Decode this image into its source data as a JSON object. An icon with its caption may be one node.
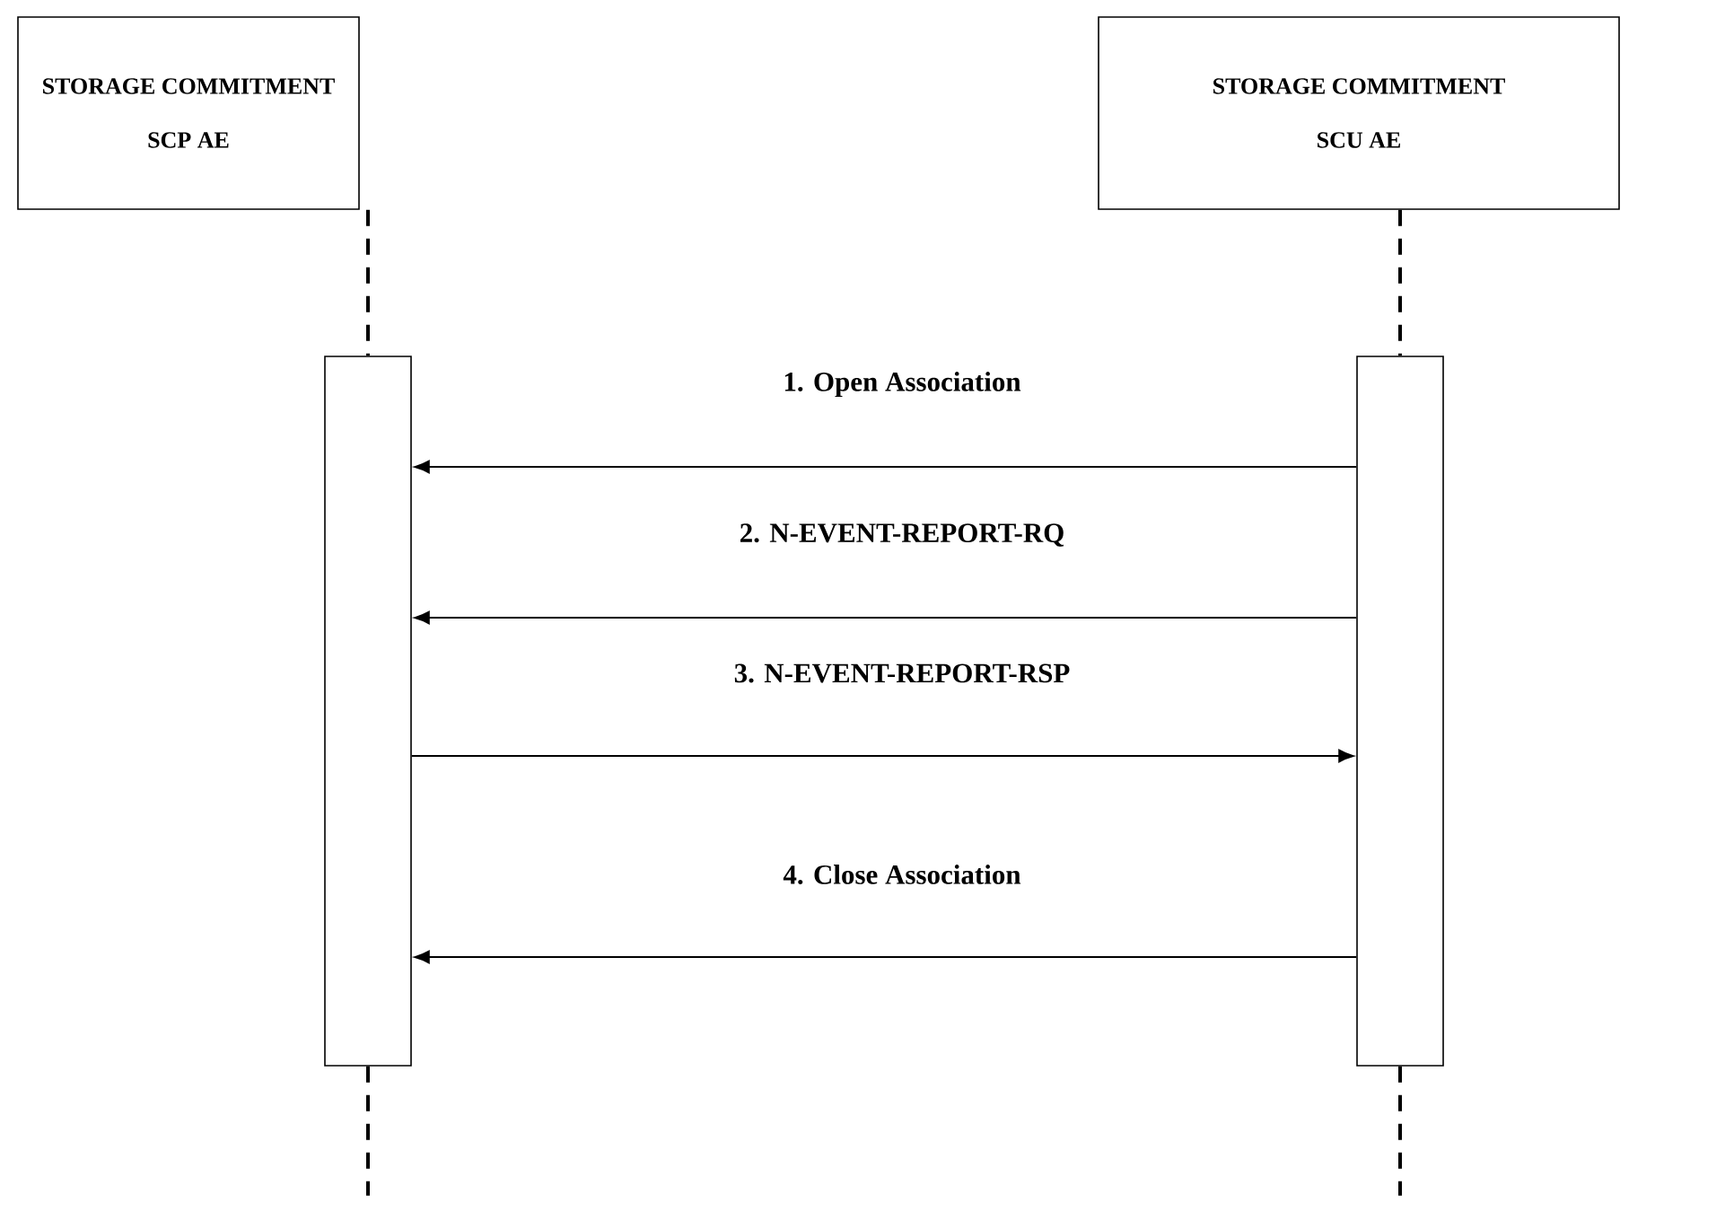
{
  "diagram": {
    "nodes": [
      {
        "text": [
          "STORAGE COMMITMENT SCP AE"
        ]
      },
      {
        "text": [
          "STORAGE COMMITMENT SCU AE"
        ]
      },
      {
        "text": [],
        "shape": "bar"
      },
      {
        "text": [],
        "shape": "bar"
      }
    ],
    "edges": [
      {
        "from": 0,
        "to": 2,
        "arrow": "none",
        "style": "dashed"
      },
      {
        "from": 2,
        "to": null,
        "arrow": "none",
        "style": "dashed"
      },
      {
        "from": 1,
        "to": 3,
        "arrow": "none",
        "style": "dashed"
      },
      {
        "from": 3,
        "to": null,
        "arrow": "none",
        "style": "dashed"
      },
      {
        "from": 3,
        "to": 2,
        "arrow": "to",
        "label": "1. Open Association"
      },
      {
        "from": 3,
        "to": 2,
        "arrow": "to",
        "label": "2. N-EVENT-REPORT-RQ"
      },
      {
        "from": 2,
        "to": 3,
        "arrow": "to",
        "label": "3. N-EVENT-REPORT-RSP"
      },
      {
        "from": 3,
        "to": 2,
        "arrow": "to",
        "label": "4. Close Association"
      }
    ]
  }
}
